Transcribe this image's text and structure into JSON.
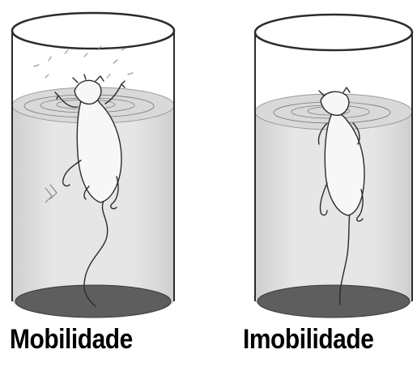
{
  "panels": [
    {
      "caption": "Mobilidade",
      "state": "mobility"
    },
    {
      "caption": "Imobilidade",
      "state": "immobility"
    }
  ],
  "colors": {
    "background": "#ffffff",
    "outline": "#2b2b2b",
    "water": "#dedede",
    "floor": "#5e5e5e",
    "rat_fill": "#f7f7f7"
  }
}
